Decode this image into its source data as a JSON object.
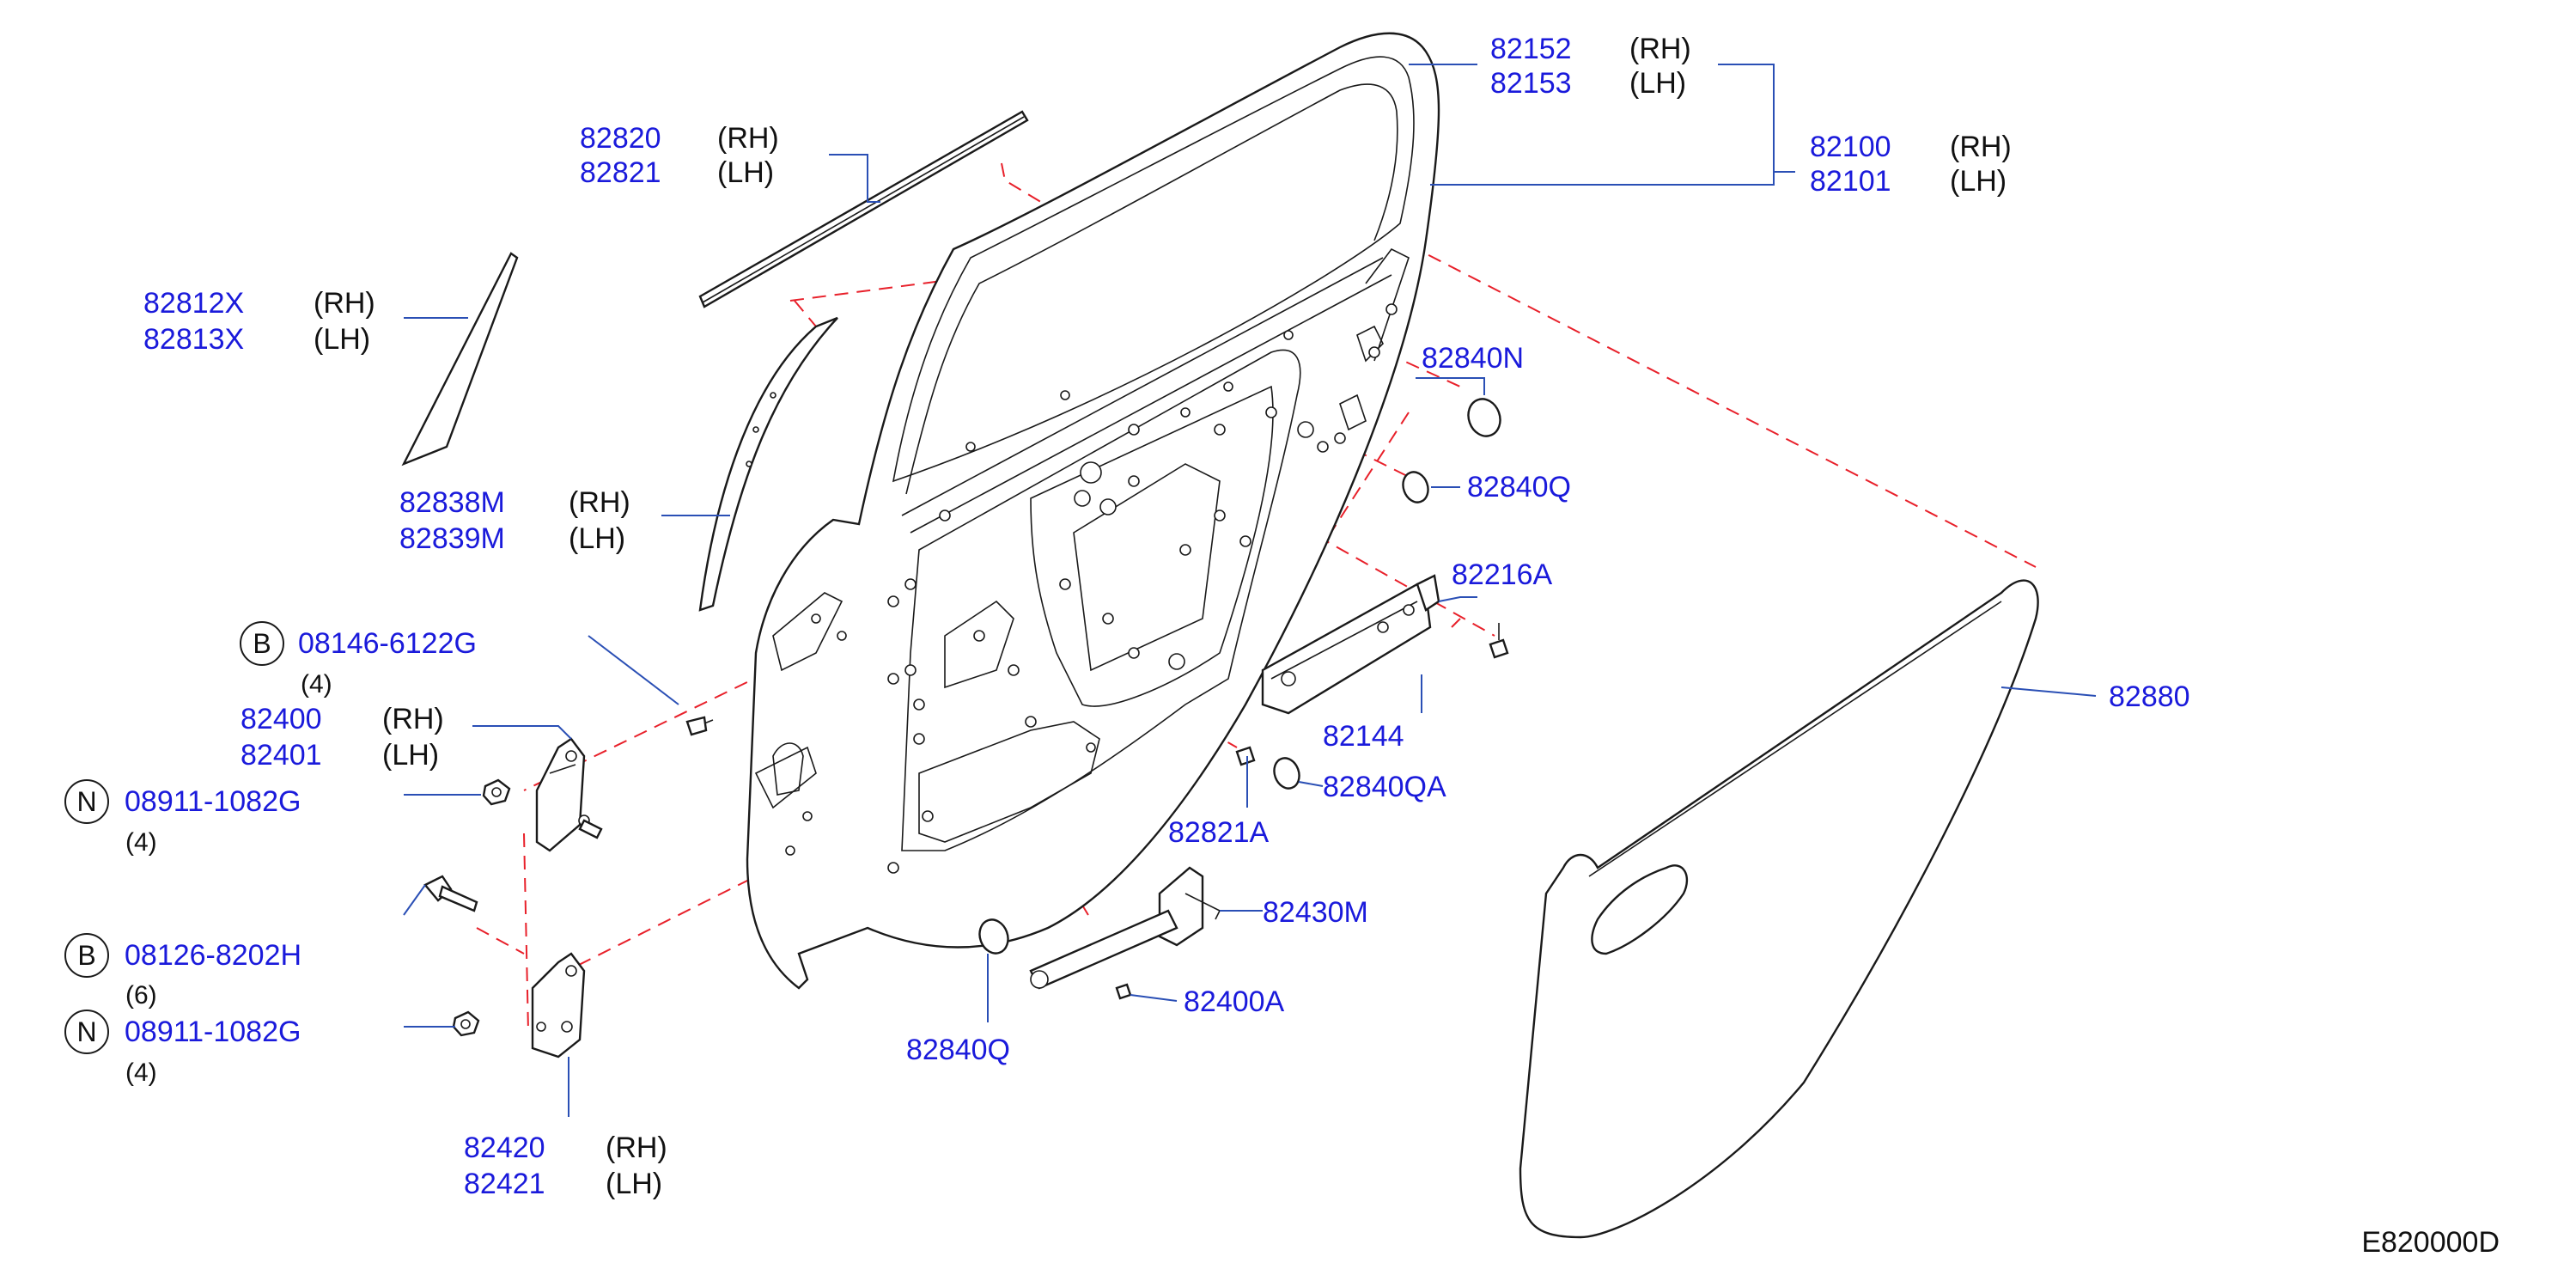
{
  "diagram": {
    "code": "E820000D",
    "callouts": {
      "c82152": {
        "part": "82152",
        "side": "(RH)"
      },
      "c82153": {
        "part": "82153",
        "side": "(LH)"
      },
      "c82100": {
        "part": "82100",
        "side": "(RH)"
      },
      "c82101": {
        "part": "82101",
        "side": "(LH)"
      },
      "c82820": {
        "part": "82820",
        "side": "(RH)"
      },
      "c82821": {
        "part": "82821",
        "side": "(LH)"
      },
      "c82812X": {
        "part": "82812X",
        "side": "(RH)"
      },
      "c82813X": {
        "part": "82813X",
        "side": "(LH)"
      },
      "c82838M": {
        "part": "82838M",
        "side": "(RH)"
      },
      "c82839M": {
        "part": "82839M",
        "side": "(LH)"
      },
      "c08146": {
        "badge": "B",
        "part": "08146-6122G",
        "qty": "(4)"
      },
      "c82400": {
        "part": "82400",
        "side": "(RH)"
      },
      "c82401": {
        "part": "82401",
        "side": "(LH)"
      },
      "c08911a": {
        "badge": "N",
        "part": "08911-1082G",
        "qty": "(4)"
      },
      "c08126": {
        "badge": "B",
        "part": "08126-8202H",
        "qty": "(6)"
      },
      "c08911b": {
        "badge": "N",
        "part": "08911-1082G",
        "qty": "(4)"
      },
      "c82420": {
        "part": "82420",
        "side": "(RH)"
      },
      "c82421": {
        "part": "82421",
        "side": "(LH)"
      },
      "c82840N": {
        "part": "82840N"
      },
      "c82840Q": {
        "part": "82840Q"
      },
      "c82216A": {
        "part": "82216A"
      },
      "c82144": {
        "part": "82144"
      },
      "c82880": {
        "part": "82880"
      },
      "c82821A": {
        "part": "82821A"
      },
      "c82840QA": {
        "part": "82840QA"
      },
      "c82430M": {
        "part": "82430M"
      },
      "c82400A": {
        "part": "82400A"
      },
      "c82840Qb": {
        "part": "82840Q"
      }
    }
  }
}
